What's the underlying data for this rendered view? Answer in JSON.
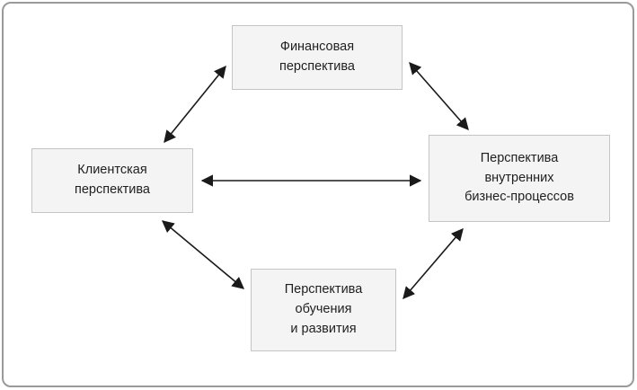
{
  "diagram": {
    "title": "Balanced scorecard perspectives diagram",
    "nodes": {
      "financial": {
        "label": "Финансовая\nперспектива"
      },
      "customer": {
        "label": "Клиентская\nперспектива"
      },
      "internal": {
        "label": "Перспектива\nвнутренних\nбизнес-процессов"
      },
      "learning": {
        "label": "Перспектива\nобучения\nи развития"
      }
    },
    "edges": [
      {
        "from": "customer",
        "to": "financial",
        "type": "double-arrow"
      },
      {
        "from": "financial",
        "to": "internal",
        "type": "double-arrow"
      },
      {
        "from": "customer",
        "to": "internal",
        "type": "double-arrow"
      },
      {
        "from": "customer",
        "to": "learning",
        "type": "double-arrow"
      },
      {
        "from": "learning",
        "to": "internal",
        "type": "double-arrow"
      }
    ],
    "colors": {
      "node_fill": "#f4f4f4",
      "node_border": "#c4c4c4",
      "frame_border": "#9a9a9a",
      "arrow": "#1a1a1a",
      "background": "#ffffff"
    }
  }
}
